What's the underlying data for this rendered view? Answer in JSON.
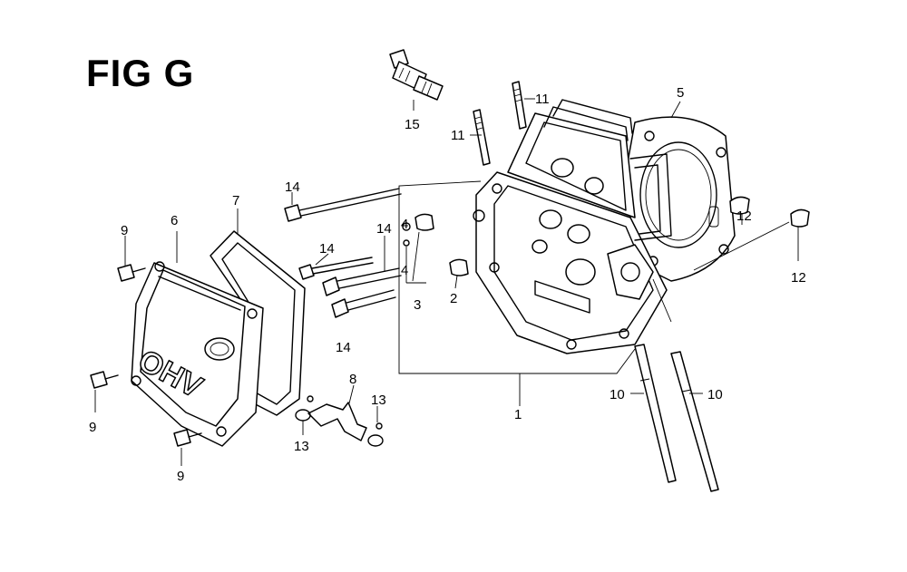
{
  "title": "FIG G",
  "callouts": [
    "15",
    "11",
    "11",
    "5",
    "14",
    "14",
    "14",
    "14",
    "7",
    "6",
    "9",
    "4",
    "4",
    "3",
    "2",
    "12",
    "12",
    "1",
    "10",
    "10",
    "8",
    "13",
    "13",
    "9",
    "9"
  ]
}
